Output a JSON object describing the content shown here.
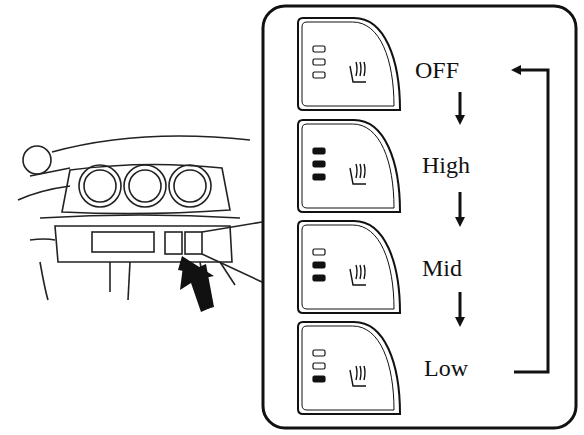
{
  "diagram": {
    "labels": [
      "OFF",
      "High",
      "Mid",
      "Low"
    ]
  }
}
